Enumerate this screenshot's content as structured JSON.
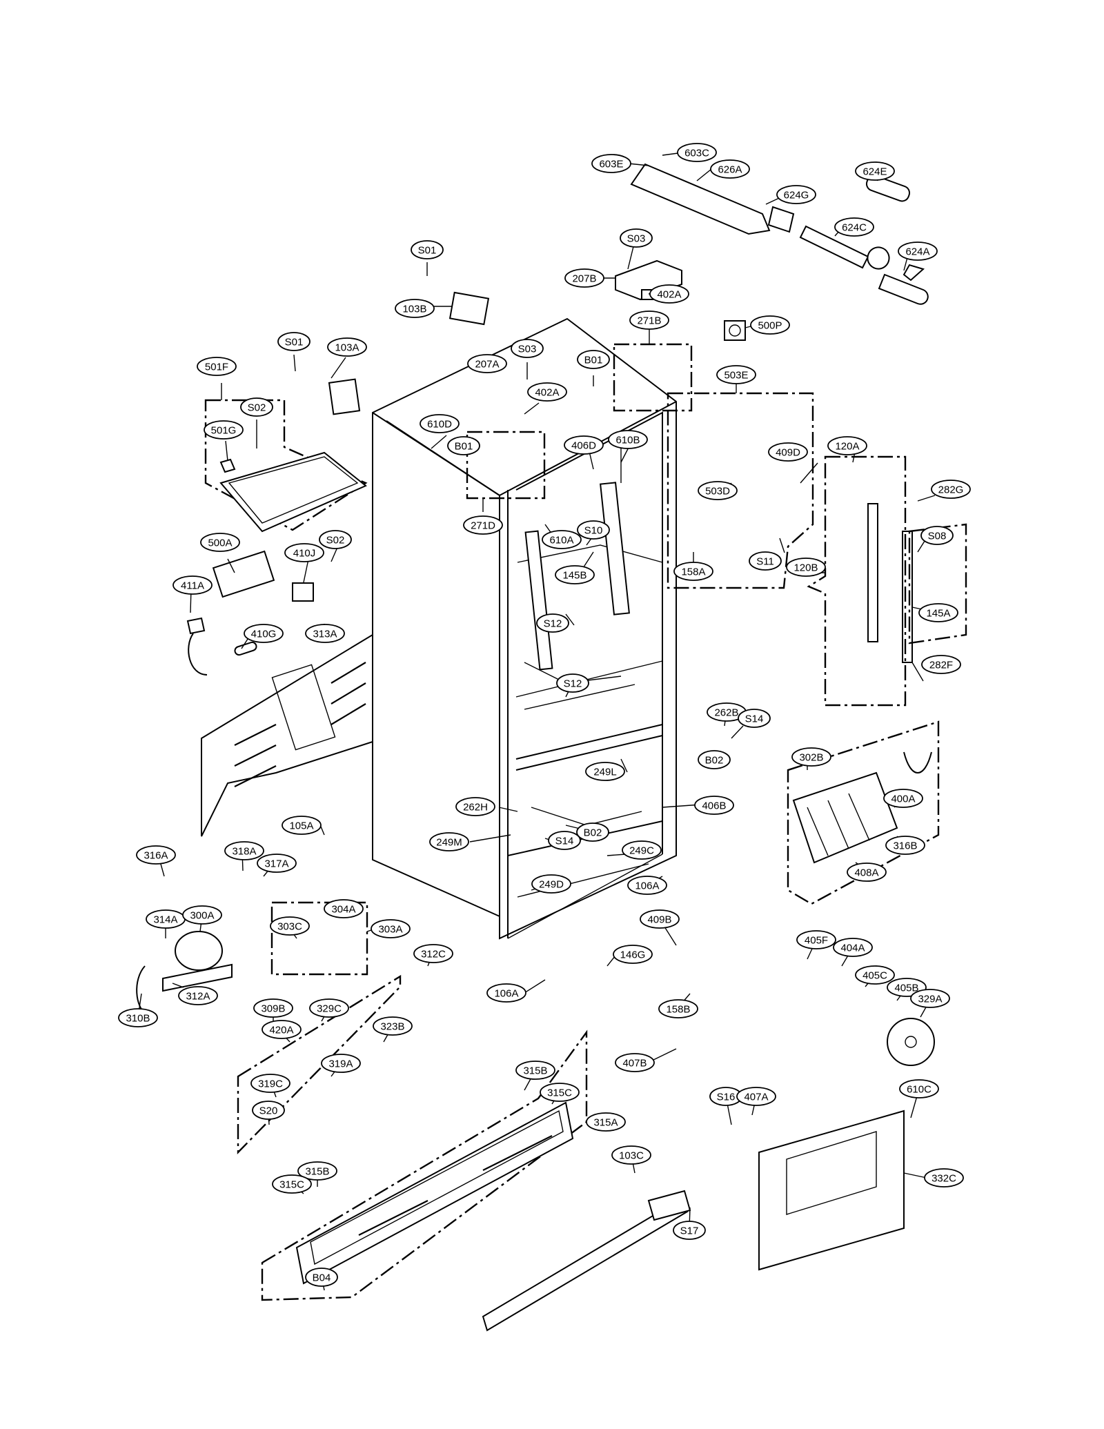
{
  "diagram": {
    "callouts": [
      {
        "id": "603E",
        "label": "603E"
      },
      {
        "id": "603C",
        "label": "603C"
      },
      {
        "id": "626A",
        "label": "626A"
      },
      {
        "id": "624E",
        "label": "624E"
      },
      {
        "id": "624G",
        "label": "624G"
      },
      {
        "id": "624C",
        "label": "624C"
      },
      {
        "id": "624A",
        "label": "624A"
      },
      {
        "id": "S03a",
        "label": "S03"
      },
      {
        "id": "207B",
        "label": "207B"
      },
      {
        "id": "402Aa",
        "label": "402A"
      },
      {
        "id": "S01a",
        "label": "S01"
      },
      {
        "id": "103B",
        "label": "103B"
      },
      {
        "id": "271B",
        "label": "271B"
      },
      {
        "id": "500P",
        "label": "500P"
      },
      {
        "id": "S01b",
        "label": "S01"
      },
      {
        "id": "103A",
        "label": "103A"
      },
      {
        "id": "S03b",
        "label": "S03"
      },
      {
        "id": "207A",
        "label": "207A"
      },
      {
        "id": "402Ab",
        "label": "402A"
      },
      {
        "id": "B01a",
        "label": "B01"
      },
      {
        "id": "503E",
        "label": "503E"
      },
      {
        "id": "501F",
        "label": "501F"
      },
      {
        "id": "S02a",
        "label": "S02"
      },
      {
        "id": "501G",
        "label": "501G"
      },
      {
        "id": "610D",
        "label": "610D"
      },
      {
        "id": "406D",
        "label": "406D"
      },
      {
        "id": "610B",
        "label": "610B"
      },
      {
        "id": "B01b",
        "label": "B01"
      },
      {
        "id": "409D",
        "label": "409D"
      },
      {
        "id": "120A",
        "label": "120A"
      },
      {
        "id": "282G",
        "label": "282G"
      },
      {
        "id": "503D",
        "label": "503D"
      },
      {
        "id": "271D",
        "label": "271D"
      },
      {
        "id": "610A",
        "label": "610A"
      },
      {
        "id": "S10",
        "label": "S10"
      },
      {
        "id": "500A",
        "label": "500A"
      },
      {
        "id": "410J",
        "label": "410J"
      },
      {
        "id": "S02b",
        "label": "S02"
      },
      {
        "id": "S08",
        "label": "S08"
      },
      {
        "id": "S11",
        "label": "S11"
      },
      {
        "id": "158A",
        "label": "158A"
      },
      {
        "id": "120B",
        "label": "120B"
      },
      {
        "id": "145B",
        "label": "145B"
      },
      {
        "id": "411A",
        "label": "411A"
      },
      {
        "id": "145A",
        "label": "145A"
      },
      {
        "id": "313A",
        "label": "313A"
      },
      {
        "id": "410G",
        "label": "410G"
      },
      {
        "id": "S12a",
        "label": "S12"
      },
      {
        "id": "S12b",
        "label": "S12"
      },
      {
        "id": "282F",
        "label": "282F"
      },
      {
        "id": "262B",
        "label": "262B"
      },
      {
        "id": "S14a",
        "label": "S14"
      },
      {
        "id": "B02a",
        "label": "B02"
      },
      {
        "id": "249L",
        "label": "249L"
      },
      {
        "id": "302B",
        "label": "302B"
      },
      {
        "id": "400A",
        "label": "400A"
      },
      {
        "id": "262H",
        "label": "262H"
      },
      {
        "id": "406B",
        "label": "406B"
      },
      {
        "id": "105A",
        "label": "105A"
      },
      {
        "id": "B02b",
        "label": "B02"
      },
      {
        "id": "249M",
        "label": "249M"
      },
      {
        "id": "S14b",
        "label": "S14"
      },
      {
        "id": "316B",
        "label": "316B"
      },
      {
        "id": "249C",
        "label": "249C"
      },
      {
        "id": "316A",
        "label": "316A"
      },
      {
        "id": "318A",
        "label": "318A"
      },
      {
        "id": "317A",
        "label": "317A"
      },
      {
        "id": "408A",
        "label": "408A"
      },
      {
        "id": "249D",
        "label": "249D"
      },
      {
        "id": "106Aa",
        "label": "106A"
      },
      {
        "id": "304A",
        "label": "304A"
      },
      {
        "id": "314A",
        "label": "314A"
      },
      {
        "id": "300A",
        "label": "300A"
      },
      {
        "id": "303C",
        "label": "303C"
      },
      {
        "id": "303A",
        "label": "303A"
      },
      {
        "id": "409B",
        "label": "409B"
      },
      {
        "id": "405F",
        "label": "405F"
      },
      {
        "id": "404A",
        "label": "404A"
      },
      {
        "id": "312C",
        "label": "312C"
      },
      {
        "id": "146G",
        "label": "146G"
      },
      {
        "id": "405C",
        "label": "405C"
      },
      {
        "id": "405B",
        "label": "405B"
      },
      {
        "id": "312A",
        "label": "312A"
      },
      {
        "id": "106Ab",
        "label": "106A"
      },
      {
        "id": "329A",
        "label": "329A"
      },
      {
        "id": "309B",
        "label": "309B"
      },
      {
        "id": "329C",
        "label": "329C"
      },
      {
        "id": "158B",
        "label": "158B"
      },
      {
        "id": "310B",
        "label": "310B"
      },
      {
        "id": "420A",
        "label": "420A"
      },
      {
        "id": "323B",
        "label": "323B"
      },
      {
        "id": "407B",
        "label": "407B"
      },
      {
        "id": "319A",
        "label": "319A"
      },
      {
        "id": "315Ba",
        "label": "315B"
      },
      {
        "id": "319C",
        "label": "319C"
      },
      {
        "id": "315Ca",
        "label": "315C"
      },
      {
        "id": "S16",
        "label": "S16"
      },
      {
        "id": "407A",
        "label": "407A"
      },
      {
        "id": "610C",
        "label": "610C"
      },
      {
        "id": "S20",
        "label": "S20"
      },
      {
        "id": "315A",
        "label": "315A"
      },
      {
        "id": "103C",
        "label": "103C"
      },
      {
        "id": "315Bb",
        "label": "315B"
      },
      {
        "id": "332C",
        "label": "332C"
      },
      {
        "id": "315Cb",
        "label": "315C"
      },
      {
        "id": "S17",
        "label": "S17"
      },
      {
        "id": "B04",
        "label": "B04"
      }
    ]
  }
}
